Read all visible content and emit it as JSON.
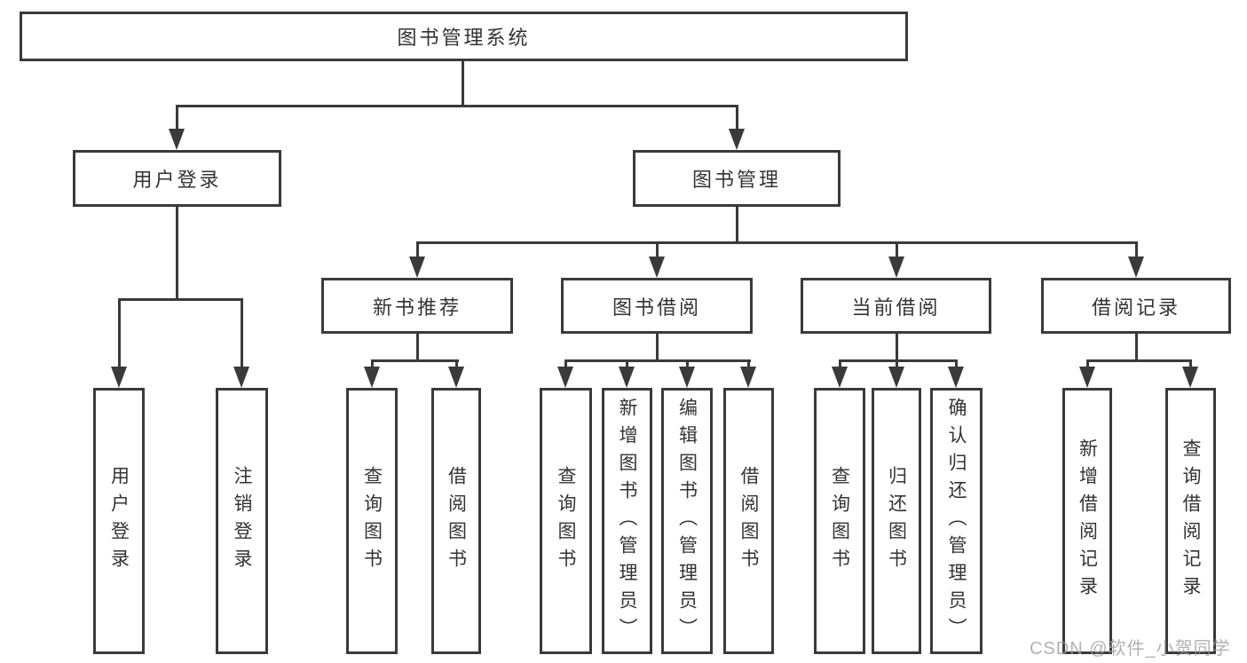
{
  "diagram": {
    "root": "图书管理系统",
    "branches": [
      {
        "label": "用户登录",
        "children": [
          "用户登录",
          "注销登录"
        ]
      },
      {
        "label": "图书管理",
        "groups": [
          {
            "label": "新书推荐",
            "children": [
              "查询图书",
              "借阅图书"
            ]
          },
          {
            "label": "图书借阅",
            "children": [
              "查询图书",
              "新增图书（管理员）",
              "编辑图书（管理员）",
              "借阅图书"
            ]
          },
          {
            "label": "当前借阅",
            "children": [
              "查询图书",
              "归还图书",
              "确认归还（管理员）"
            ]
          },
          {
            "label": "借阅记录",
            "children": [
              "新增借阅记录",
              "查询借阅记录"
            ]
          }
        ]
      }
    ]
  },
  "watermark": "CSDN @软件_小贺同学",
  "colors": {
    "line": "#3a3a3a",
    "text": "#333333",
    "background": "#ffffff",
    "watermark": "#9e9e9e"
  }
}
